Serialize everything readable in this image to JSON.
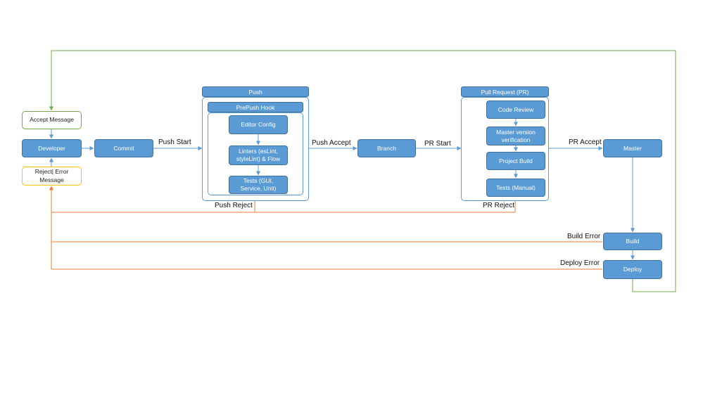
{
  "nodes": {
    "accept_message": "Accept Message",
    "developer": "Developer",
    "reject_message": "Reject| Error Message",
    "commit": "Commit",
    "push": "Push",
    "prepush_hook": "PrePush Hook",
    "editor_config": "Editor Config",
    "linters": "Linters (esLint, styleLint) & Flow",
    "tests": "Tests (GUI, Service, Unit)",
    "branch": "Branch",
    "pull_request": "Pull Request (PR)",
    "code_review": "Code Review",
    "master_version": "Master version verification",
    "project_build": "Project Build",
    "tests_manual": "Tests (Manual)",
    "master": "Master",
    "build": "Build",
    "deploy": "Deploy"
  },
  "edges": {
    "push_start": "Push Start",
    "push_accept": "Push Accept",
    "pr_start": "PR Start",
    "pr_accept": "PR Accept",
    "push_reject": "Push Reject",
    "pr_reject": "PR Reject",
    "build_error": "Build Error",
    "deploy_error": "Deploy Error"
  },
  "colors": {
    "node_fill": "#5b9bd5",
    "node_border": "#41719c",
    "flow_line": "#5b9bd5",
    "accept_line": "#70ad47",
    "error_line": "#ed7d31",
    "reject_box_border": "#ffc000"
  }
}
